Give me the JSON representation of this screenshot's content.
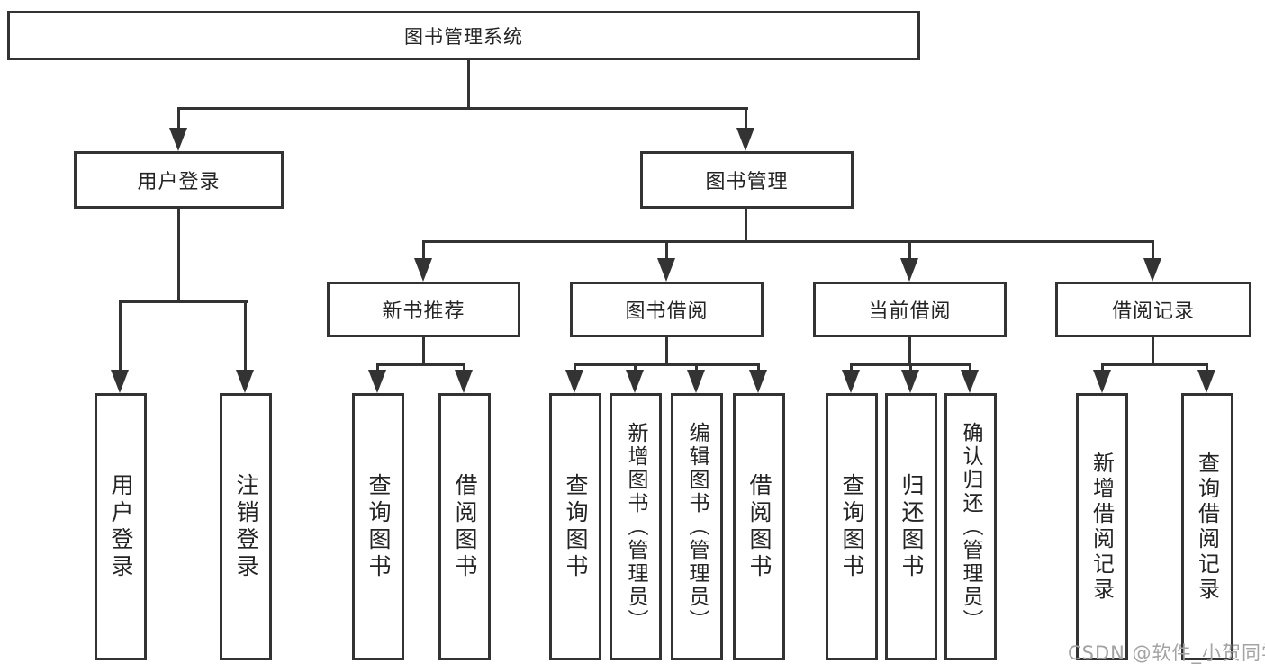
{
  "diagram": {
    "title": "图书管理系统",
    "tree": {
      "label": "图书管理系统",
      "children": [
        {
          "label": "用户登录",
          "children": [
            {
              "label": "用户登录"
            },
            {
              "label": "注销登录"
            }
          ]
        },
        {
          "label": "图书管理",
          "children": [
            {
              "label": "新书推荐",
              "children": [
                {
                  "label": "查询图书"
                },
                {
                  "label": "借阅图书"
                }
              ]
            },
            {
              "label": "图书借阅",
              "children": [
                {
                  "label": "查询图书"
                },
                {
                  "label": "新增图书（管理员）"
                },
                {
                  "label": "编辑图书（管理员）"
                },
                {
                  "label": "借阅图书"
                }
              ]
            },
            {
              "label": "当前借阅",
              "children": [
                {
                  "label": "查询图书"
                },
                {
                  "label": "归还图书"
                },
                {
                  "label": "确认归还（管理员）"
                }
              ]
            },
            {
              "label": "借阅记录",
              "children": [
                {
                  "label": "新增借阅记录"
                },
                {
                  "label": "查询借阅记录"
                }
              ]
            }
          ]
        }
      ]
    }
  },
  "watermark": {
    "text": "CSDN @软件_小贺同学"
  },
  "colors": {
    "line": "#333333",
    "box_border": "#333333",
    "box_background": "#ffffff",
    "text": "#242424",
    "watermark": "#a3a3a3"
  }
}
